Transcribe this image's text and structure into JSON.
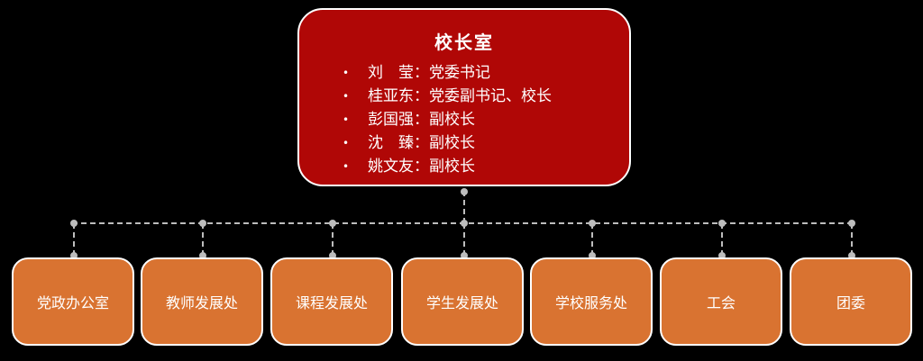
{
  "top_box": {
    "title": "校长室",
    "members": [
      {
        "bullet": "•",
        "name": "刘　莹",
        "sep": "：",
        "role": "党委书记"
      },
      {
        "bullet": "•",
        "name": "桂亚东",
        "sep": "：",
        "role": "党委副书记、校长"
      },
      {
        "bullet": "•",
        "name": "彭国强",
        "sep": "：",
        "role": "副校长"
      },
      {
        "bullet": "•",
        "name": "沈　臻",
        "sep": "：",
        "role": "副校长"
      },
      {
        "bullet": "•",
        "name": "姚文友",
        "sep": "：",
        "role": "副校长"
      }
    ],
    "color": "#b00706"
  },
  "departments": [
    {
      "label": "党政办公室"
    },
    {
      "label": "教师发展处"
    },
    {
      "label": "课程发展处"
    },
    {
      "label": "学生发展处"
    },
    {
      "label": "学校服务处"
    },
    {
      "label": "工会"
    },
    {
      "label": "团委"
    }
  ],
  "colors": {
    "department": "#d97331",
    "connector": "#bdbdbd",
    "background": "#000000"
  }
}
